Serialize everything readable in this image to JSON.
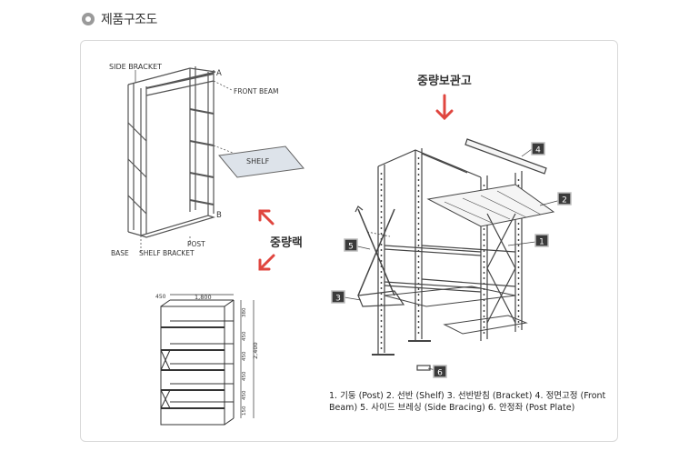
{
  "header": {
    "title": "제품구조도"
  },
  "left_diagram": {
    "side_bracket": "SIDE BRACKET",
    "label_a": "A",
    "front_beam": "FRONT BEAM",
    "shelf": "SHELF",
    "label_b": "B",
    "post": "POST",
    "base": "BASE",
    "shelf_bracket": "SHELF BRACKET",
    "rack_label": "중량랙"
  },
  "dimension_drawing": {
    "width": "1,800",
    "depth": "450",
    "height": "2,400",
    "spacings": [
      "380",
      "450",
      "450",
      "450",
      "450",
      "150"
    ]
  },
  "right_diagram": {
    "title": "중량보관고",
    "markers": [
      "1",
      "2",
      "3",
      "4",
      "5",
      "6"
    ],
    "caption": "1. 기둥 (Post)  2. 선반 (Shelf) 3. 선반받침 (Bracket) 4. 정면고정 (Front Beam) 5. 사이드 브레싱 (Side Bracing) 6. 안정좌 (Post Plate)"
  },
  "colors": {
    "arrow": "#e0463f",
    "marker_bg": "#3a3a3a",
    "shelf_fill": "#dde3ea"
  }
}
